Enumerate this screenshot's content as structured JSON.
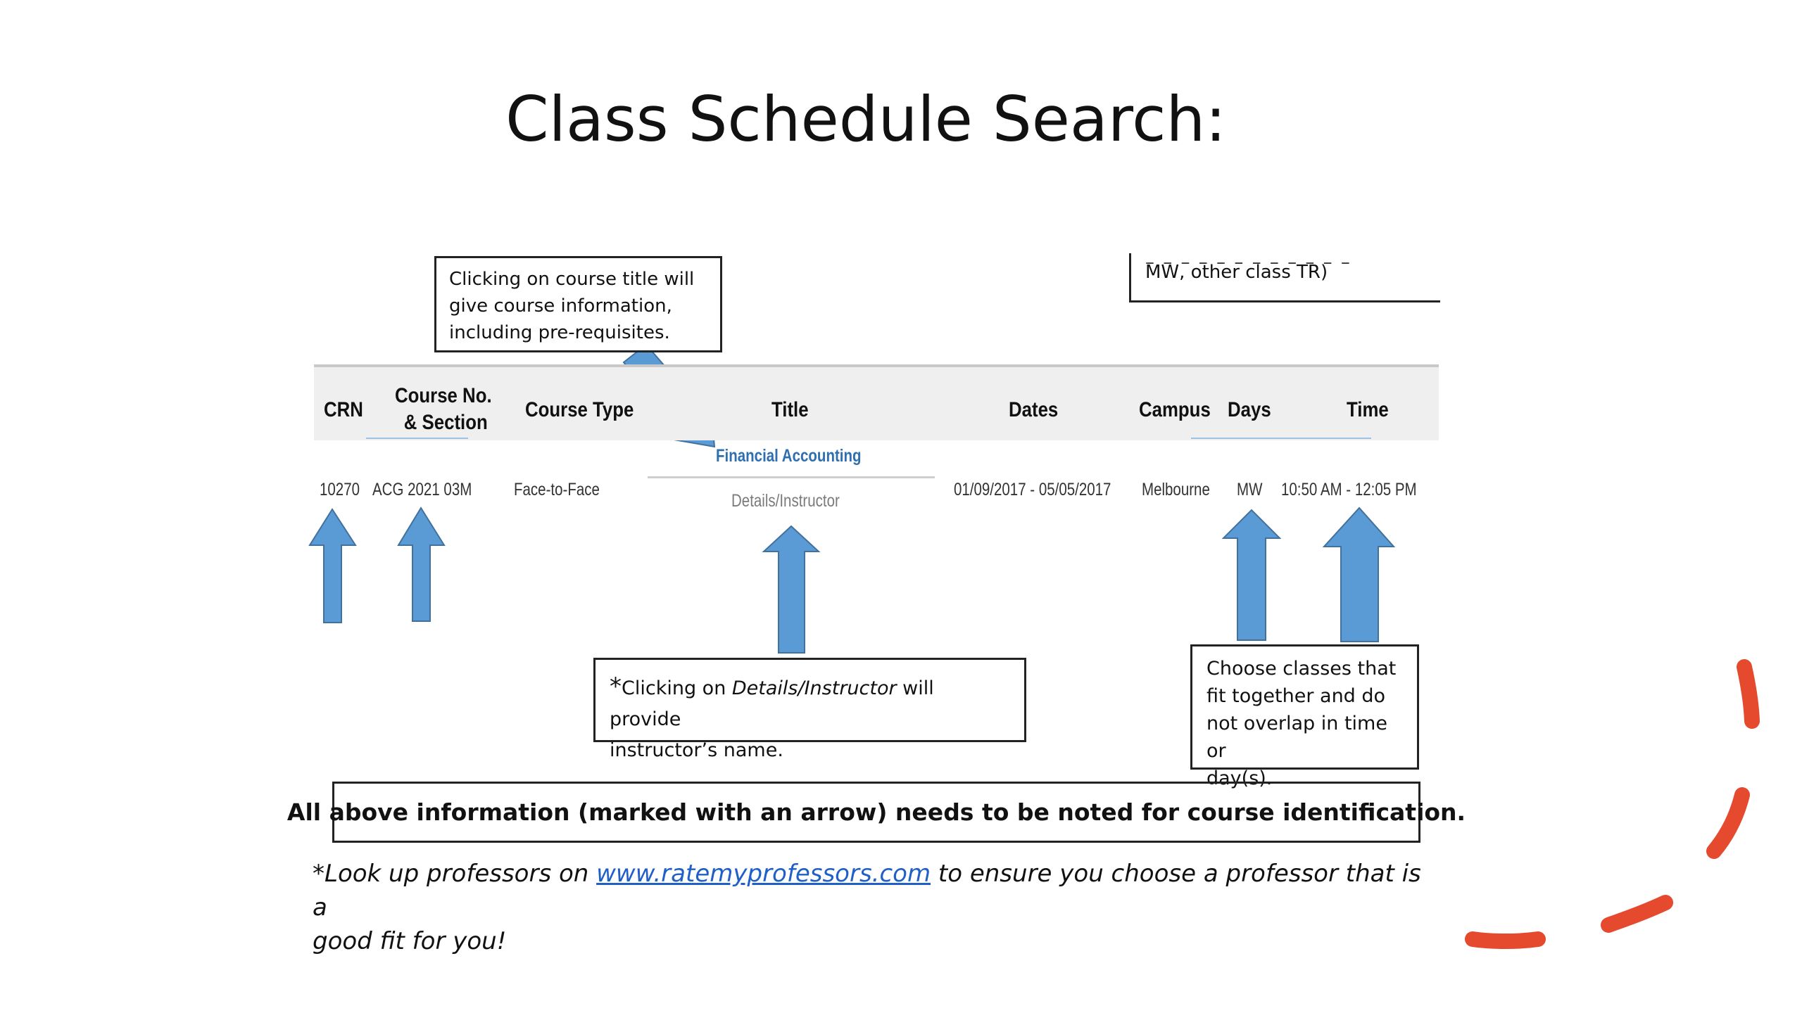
{
  "slide": {
    "title": "Class Schedule Search:",
    "accent_color": "#e64a2e",
    "arrow_color": "#5b9bd5"
  },
  "callouts": {
    "title_info": [
      "Clicking on course title will",
      "give course information,",
      "including pre-requisites."
    ],
    "days_partial": "MW, other class TR)",
    "details_star": "*",
    "details_pre": "Clicking on ",
    "details_em": "Details/Instructor",
    "details_post": " will provide",
    "details_line2": "instructor’s name.",
    "fit_classes": [
      "Choose classes that",
      "fit together and do",
      "not overlap in time or",
      "day(s)."
    ]
  },
  "table": {
    "headers": {
      "crn": "CRN",
      "course_no_1": "Course No.",
      "course_no_2": "& Section",
      "course_type": "Course Type",
      "title": "Title",
      "dates": "Dates",
      "campus": "Campus",
      "days": "Days",
      "time": "Time"
    },
    "row": {
      "crn": "10270",
      "course": "ACG 2021 03M",
      "type": "Face-to-Face",
      "title_link": "Financial Accounting",
      "details_link": "Details/Instructor",
      "dates": "01/09/2017 - 05/05/2017",
      "campus": "Melbourne",
      "days": "MW",
      "time": "10:50 AM - 12:05 PM"
    }
  },
  "note": "All above information (marked with an arrow) needs to be noted for course identification.",
  "footnote": {
    "pre": "*Look up professors on ",
    "link": "www.ratemyprofessors.com",
    "post": " to ensure you choose a professor that is a",
    "line2": "good fit for you!"
  }
}
